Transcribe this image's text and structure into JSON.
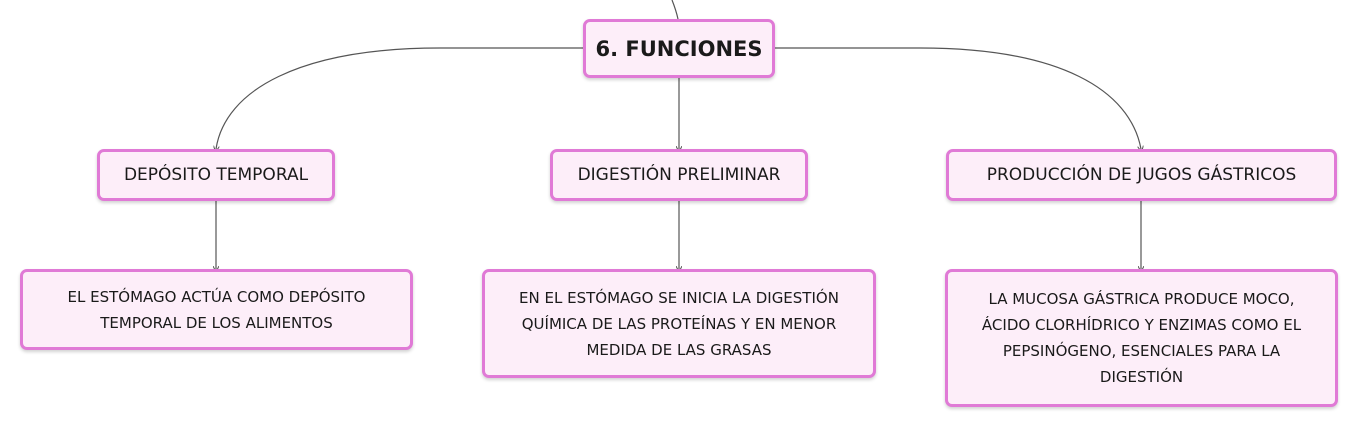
{
  "root": {
    "label": "6. FUNCIONES"
  },
  "branches": [
    {
      "label": "DEPÓSITO TEMPORAL",
      "detail": "EL ESTÓMAGO ACTÚA COMO DEPÓSITO TEMPORAL DE LOS ALIMENTOS"
    },
    {
      "label": "DIGESTIÓN PRELIMINAR",
      "detail": "EN EL ESTÓMAGO SE INICIA LA DIGESTIÓN QUÍMICA DE LAS PROTEÍNAS Y EN MENOR MEDIDA DE LAS GRASAS"
    },
    {
      "label": "PRODUCCIÓN DE JUGOS GÁSTRICOS",
      "detail": "LA MUCOSA GÁSTRICA PRODUCE MOCO, ÁCIDO CLORHÍDRICO Y ENZIMAS COMO EL PEPSINÓGENO, ESENCIALES PARA LA DIGESTIÓN"
    }
  ],
  "colors": {
    "node_fill": "#fdeef9",
    "node_border": "#e07ad6",
    "connector": "#555555"
  }
}
